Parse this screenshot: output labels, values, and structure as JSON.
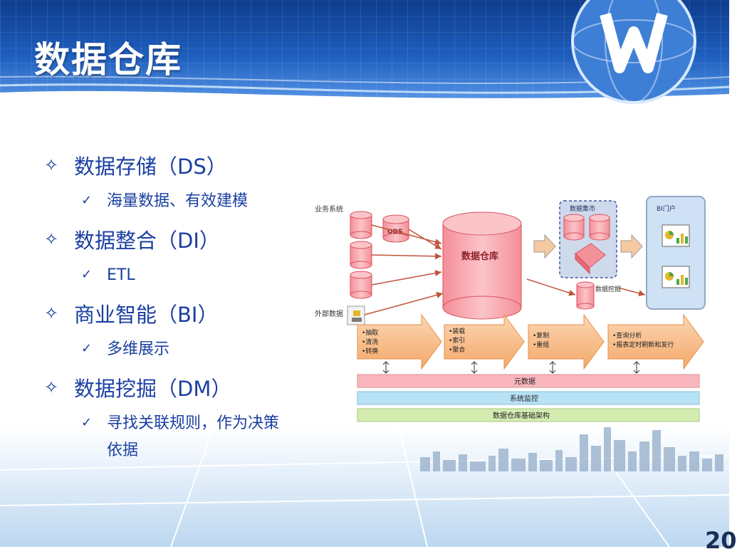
{
  "slide": {
    "title": "数据仓库",
    "page_number": "20"
  },
  "bullets": [
    {
      "text": "数据存储（DS）",
      "sub": [
        "海量数据、有效建模"
      ]
    },
    {
      "text": "数据整合（DI）",
      "sub": [
        "ETL"
      ]
    },
    {
      "text": "商业智能（BI）",
      "sub": [
        "多维展示"
      ]
    },
    {
      "text": "数据挖掘（DM）",
      "sub": [
        "寻找关联规则，作为决策依据"
      ]
    }
  ],
  "diagram": {
    "business_systems": "业务系统",
    "ods": "ODS",
    "warehouse": "数据仓库",
    "data_mart": "数据集市",
    "bi_portal": "BI门户",
    "data_mining": "数据挖掘",
    "external_data": "外部数据",
    "process_steps": [
      [
        "•抽取",
        "•清洗",
        "•转换"
      ],
      [
        "•装载",
        "•索引",
        "•聚合"
      ],
      [
        "•复制",
        "•重组"
      ],
      [
        "•查询分析",
        "•报表定时刷新和发行"
      ]
    ],
    "bars": [
      "元数据",
      "系统监控",
      "数据仓库基础架构"
    ],
    "colors": {
      "db_fill": "#f7a4ab",
      "db_stroke": "#d9535f",
      "arrow_fill": "#f9c28e",
      "arrow_stroke": "#e98f48",
      "bar1": "#f9b6bd",
      "bar2": "#b8e2f5",
      "bar3": "#d4ecb0",
      "mart_fill": "#cfd9ec",
      "mart_stroke": "#3f5a9e"
    }
  }
}
